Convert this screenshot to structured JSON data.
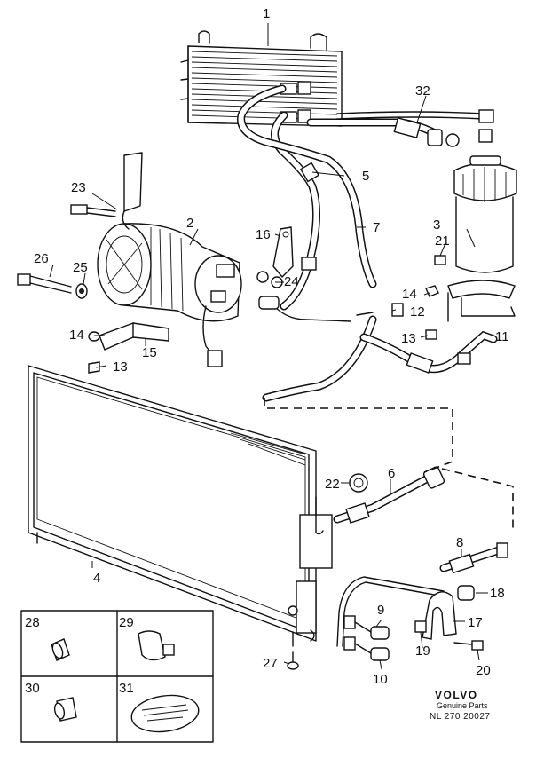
{
  "callouts": {
    "p1": "1",
    "p2": "2",
    "p3": "3",
    "p4": "4",
    "p5": "5",
    "p6": "6",
    "p7": "7",
    "p8": "8",
    "p9": "9",
    "p10": "10",
    "p11": "11",
    "p12": "12",
    "p13a": "13",
    "p13b": "13",
    "p14a": "14",
    "p14b": "14",
    "p15": "15",
    "p16": "16",
    "p17": "17",
    "p18": "18",
    "p19": "19",
    "p20": "20",
    "p21": "21",
    "p22": "22",
    "p23": "23",
    "p24": "24",
    "p25": "25",
    "p26": "26",
    "p27": "27",
    "p28": "28",
    "p29": "29",
    "p30": "30",
    "p31": "31",
    "p32": "32"
  },
  "brand": {
    "name": "VOLVO",
    "subtitle": "Genuine Parts",
    "code": "NL 270  20027"
  }
}
